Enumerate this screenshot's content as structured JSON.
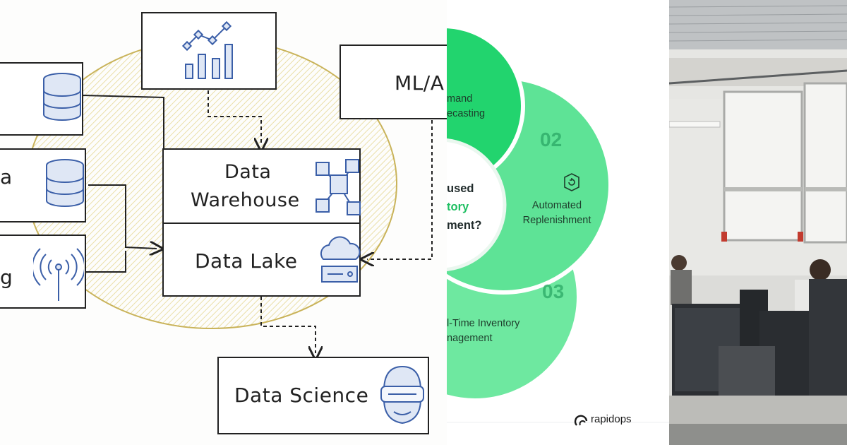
{
  "diagram": {
    "ml_box_label": "ML/A",
    "source_label_2": "a",
    "source_label_3": "g",
    "warehouse_line1": "Data",
    "warehouse_line2": "Warehouse",
    "lake_label": "Data Lake",
    "science_label": "Data Science",
    "icons": [
      "database-icon",
      "database-icon",
      "antenna-icon",
      "bar-chart-icon",
      "cubes-icon",
      "cloud-server-icon",
      "vr-headset-person-icon"
    ]
  },
  "infographic": {
    "center_line1": "used",
    "center_line2": "tory",
    "center_line3": "ment?",
    "petal1_line1": "mand",
    "petal1_line2": "ecasting",
    "petal2_number": "02",
    "petal2_line1": "Automated",
    "petal2_line2": "Replenishment",
    "petal3_number": "03",
    "petal3_line1": "l-Time Inventory",
    "petal3_line2": "nagement",
    "brand_name": "rapidops",
    "colors": {
      "petal_dark": "#22d46e",
      "petal_mid": "#5ee396",
      "petal_light": "#6ee8a0",
      "highlight": "#1fbf62"
    }
  },
  "photo": {
    "description_icons": [
      "computer-lab-photo"
    ]
  }
}
